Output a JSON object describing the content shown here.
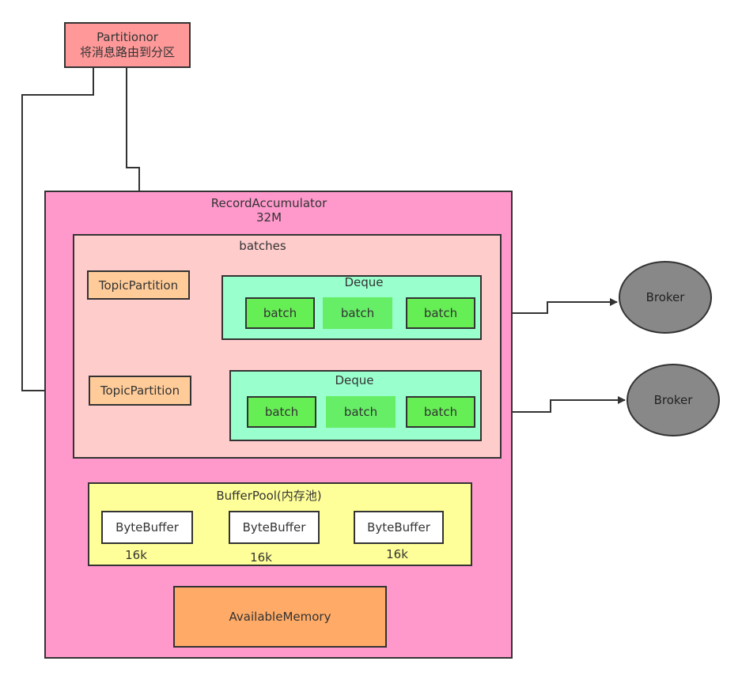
{
  "partitioner": {
    "title": "Partitionor",
    "subtitle": "将消息路由到分区"
  },
  "accumulator": {
    "title": "RecordAccumulator",
    "size": "32M"
  },
  "batches": {
    "label": "batches",
    "partitions": [
      {
        "topic_partition": "TopicPartition",
        "deque": "Deque",
        "batches": [
          "batch",
          "batch",
          "batch"
        ],
        "broker": "Broker"
      },
      {
        "topic_partition": "TopicPartition",
        "deque": "Deque",
        "batches": [
          "batch",
          "batch",
          "batch"
        ],
        "broker": "Broker"
      }
    ]
  },
  "buffer_pool": {
    "label": "BufferPool(内存池)",
    "buffers": [
      {
        "name": "ByteBuffer",
        "size": "16k"
      },
      {
        "name": "ByteBuffer",
        "size": "16k"
      },
      {
        "name": "ByteBuffer",
        "size": "16k"
      }
    ]
  },
  "available_memory": "AvailableMemory",
  "colors": {
    "partitioner": "#ff9999",
    "accumulator": "#ff99cc",
    "batches": "#ffcccc",
    "topic_partition": "#ffcc99",
    "deque": "#99ffcc",
    "batch": "#66ee55",
    "buffer_pool": "#ffff99",
    "available_memory": "#ffaa66",
    "broker": "#888888"
  }
}
